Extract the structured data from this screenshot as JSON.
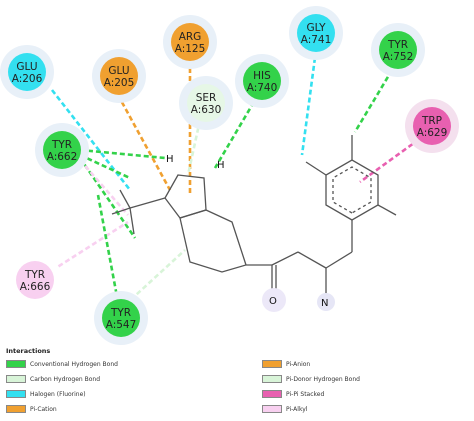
{
  "residues": [
    {
      "id": "arg125",
      "name": "ARG",
      "num": "A:125",
      "color": "#f0a030",
      "halo": "#e8f0f8"
    },
    {
      "id": "gly741",
      "name": "GLY",
      "num": "A:741",
      "color": "#33e0f0",
      "halo": "#e8f0f8"
    },
    {
      "id": "tyr752",
      "name": "TYR",
      "num": "A:752",
      "color": "#33d24a",
      "halo": "#e8f0f8"
    },
    {
      "id": "glu206",
      "name": "GLU",
      "num": "A:206",
      "color": "#33e0f0",
      "halo": "#e8f0f8"
    },
    {
      "id": "glu205",
      "name": "GLU",
      "num": "A:205",
      "color": "#f0a030",
      "halo": "#e8f0f8"
    },
    {
      "id": "ser630",
      "name": "SER",
      "num": "A:630",
      "color": "#e6f7e6",
      "halo": "#e8f0f8"
    },
    {
      "id": "his740",
      "name": "HIS",
      "num": "A:740",
      "color": "#33d24a",
      "halo": "#e8f0f8"
    },
    {
      "id": "trp629",
      "name": "TRP",
      "num": "A:629",
      "color": "#e860b0",
      "halo": "#f4e0ee"
    },
    {
      "id": "tyr662",
      "name": "TYR",
      "num": "A:662",
      "color": "#33d24a",
      "halo": "#e8f0f8"
    },
    {
      "id": "tyr666",
      "name": "TYR",
      "num": "A:666",
      "color": "#f8d0f0",
      "halo": "#ffffff"
    },
    {
      "id": "tyr547",
      "name": "TYR",
      "num": "A:547",
      "color": "#33d24a",
      "halo": "#e8f0f8"
    }
  ],
  "atoms": {
    "h1": "H",
    "h2": "H",
    "n": "N",
    "o": "O"
  },
  "legend": {
    "title": "Interactions",
    "items": [
      {
        "label": "Conventional Hydrogen Bond",
        "color": "#33d24a"
      },
      {
        "label": "Carbon Hydrogen Bond",
        "color": "#d8f4d8"
      },
      {
        "label": "Halogen (Fluorine)",
        "color": "#33e0f0"
      },
      {
        "label": "Pi-Cation",
        "color": "#f0a030"
      },
      {
        "label": "Pi-Anion",
        "color": "#f0a030"
      },
      {
        "label": "Pi-Donor Hydrogen Bond",
        "color": "#d8f4d8"
      },
      {
        "label": "Pi-Pi Stacked",
        "color": "#e860b0"
      },
      {
        "label": "Pi-Alkyl",
        "color": "#f8d0f0"
      }
    ]
  }
}
